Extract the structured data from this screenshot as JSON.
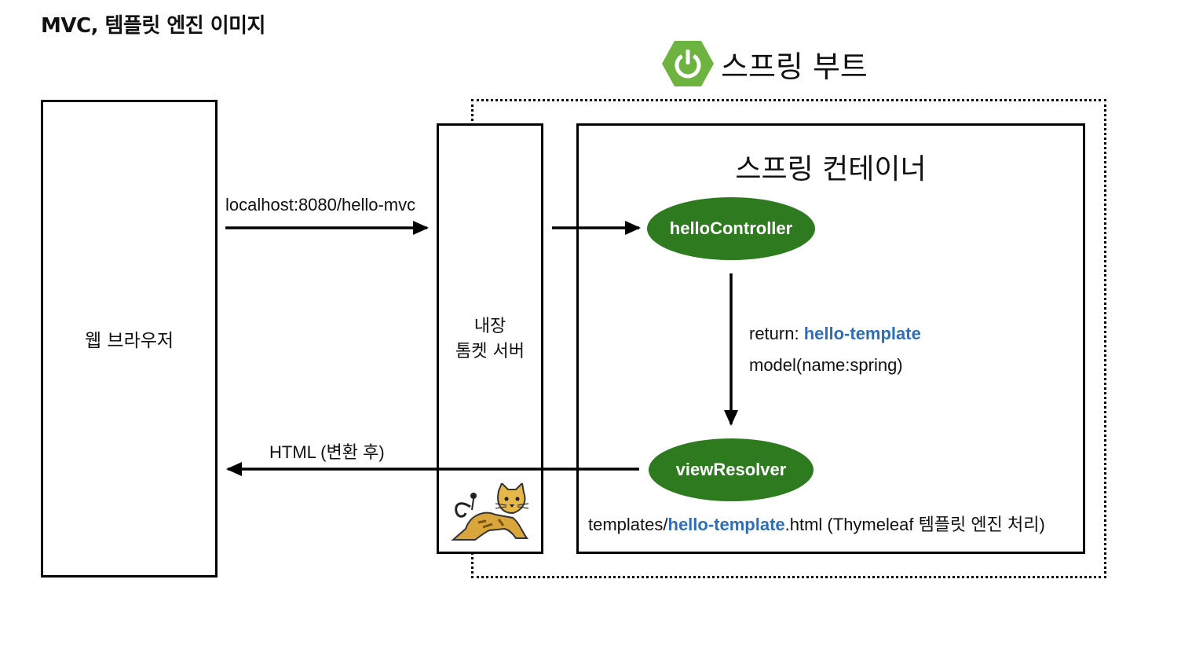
{
  "title": "MVC, 템플릿 엔진 이미지",
  "spring_boot": {
    "title": "스프링 부트",
    "logo_icon": "power-icon",
    "logo_color": "#6db33f"
  },
  "browser": {
    "label": "웹 브라우저"
  },
  "tomcat": {
    "label_line1": "내장",
    "label_line2": "톰켓 서버",
    "logo_icon": "tomcat-cat-icon"
  },
  "container": {
    "title": "스프링 컨테이너"
  },
  "nodes": {
    "controller": "helloController",
    "resolver": "viewResolver",
    "node_color": "#2e7a1f"
  },
  "arrows": {
    "request_label": "localhost:8080/hello-mvc",
    "response_label": "HTML (변환 후)"
  },
  "return_info": {
    "prefix": "return: ",
    "view_name": "hello-template",
    "model": "model(name:spring)"
  },
  "template_info": {
    "prefix": "templates/",
    "name": "hello-template",
    "suffix": ".html (Thymeleaf 템플릿 엔진 처리)"
  },
  "highlight_color": "#2f6fb8"
}
